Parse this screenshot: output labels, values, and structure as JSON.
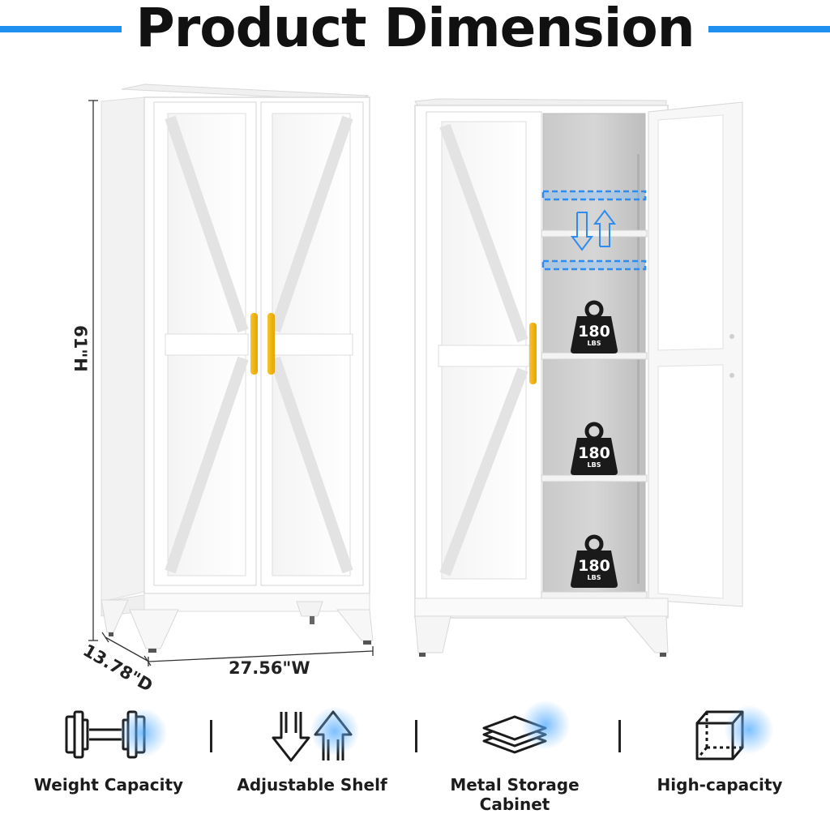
{
  "header": {
    "title": "Product Dimension"
  },
  "dimensions": {
    "height": "61\"H",
    "depth": "13.78\"D",
    "width": "27.56\"W"
  },
  "shelves": [
    {
      "weight": "180",
      "unit": "LBS"
    },
    {
      "weight": "180",
      "unit": "LBS"
    },
    {
      "weight": "180",
      "unit": "LBS"
    }
  ],
  "features": [
    {
      "label": "Weight Capacity",
      "icon": "dumbbell-icon"
    },
    {
      "label": "Adjustable Shelf",
      "icon": "up-down-arrows-icon"
    },
    {
      "label": "Metal Storage Cabinet",
      "icon": "layers-icon"
    },
    {
      "label": "High-capacity",
      "icon": "cube-icon"
    }
  ],
  "colors": {
    "accent": "#1f8ff0",
    "handle": "#f2b300",
    "cabinet": "#ffffff"
  }
}
